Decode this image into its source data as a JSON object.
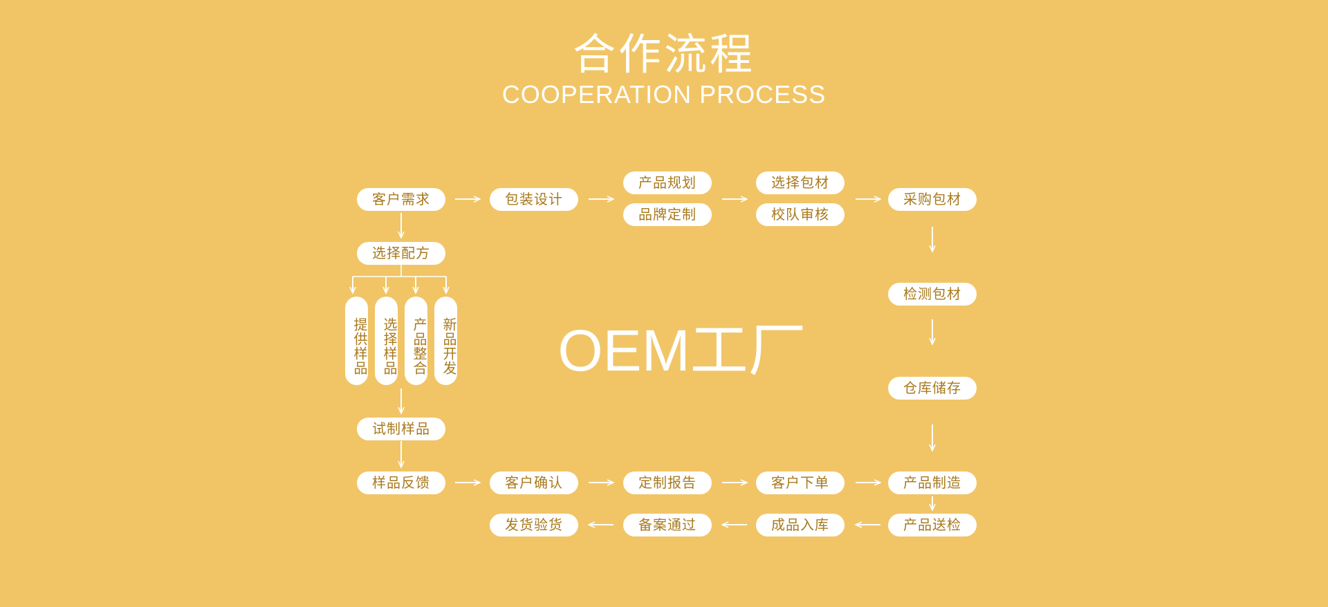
{
  "header": {
    "title": "合作流程",
    "subtitle": "COOPERATION PROCESS"
  },
  "center_label": "OEM工厂",
  "colors": {
    "background": "#f1c566",
    "pill": "#ffffff",
    "pill_text": "#a8791c"
  },
  "steps": {
    "customer_demand": "客户需求",
    "package_design": "包装设计",
    "product_planning": "产品规划",
    "brand_custom": "品牌定制",
    "select_packaging": "选择包材",
    "proofread_review": "校队审核",
    "purchase_packaging": "采购包材",
    "inspect_packaging": "检测包材",
    "warehouse_storage": "仓库储存",
    "select_formula": "选择配方",
    "provide_sample": "提供样品",
    "select_sample": "选择样品",
    "product_integration": "产品整合",
    "new_product_dev": "新品开发",
    "trial_sample": "试制样品",
    "sample_feedback": "样品反馈",
    "customer_confirm": "客户确认",
    "custom_report": "定制报告",
    "customer_order": "客户下单",
    "product_manufacture": "产品制造",
    "product_inspection": "产品送检",
    "finished_storage": "成品入库",
    "filing_passed": "备案通过",
    "ship_check": "发货验货"
  }
}
